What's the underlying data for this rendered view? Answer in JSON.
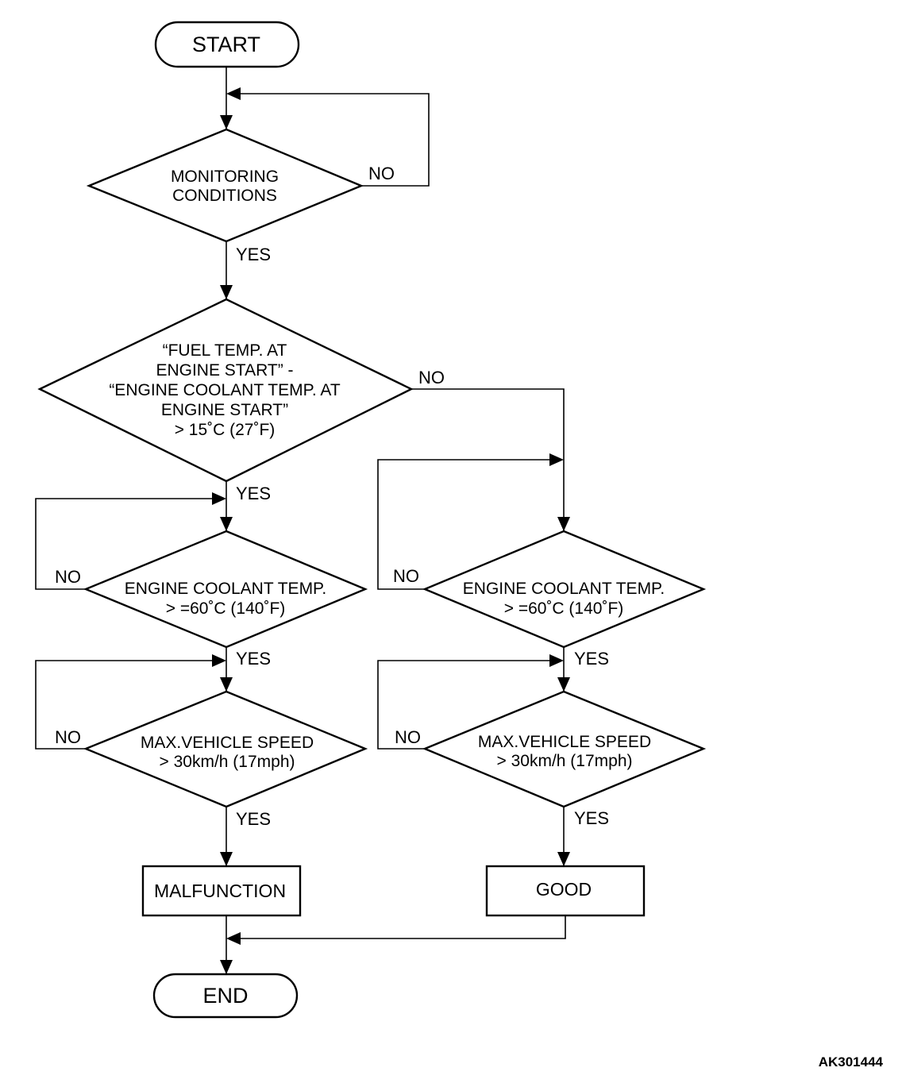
{
  "flowchart": {
    "start": "START",
    "end": "END",
    "monitoring": [
      "MONITORING",
      "CONDITIONS"
    ],
    "fuel_temp": [
      "“FUEL TEMP. AT",
      "ENGINE START” -",
      "“ENGINE COOLANT TEMP. AT",
      "ENGINE START”",
      "> 15˚C (27˚F)"
    ],
    "coolant_left": [
      "ENGINE COOLANT TEMP.",
      "> =60˚C (140˚F)"
    ],
    "coolant_right": [
      "ENGINE COOLANT TEMP.",
      "> =60˚C (140˚F)"
    ],
    "speed_left": [
      "MAX.VEHICLE SPEED",
      "> 30km/h (17mph)"
    ],
    "speed_right": [
      "MAX.VEHICLE SPEED",
      "> 30km/h (17mph)"
    ],
    "malfunction": "MALFUNCTION",
    "good": "GOOD",
    "yes": "YES",
    "no": "NO"
  },
  "figure_code": "AK301444"
}
